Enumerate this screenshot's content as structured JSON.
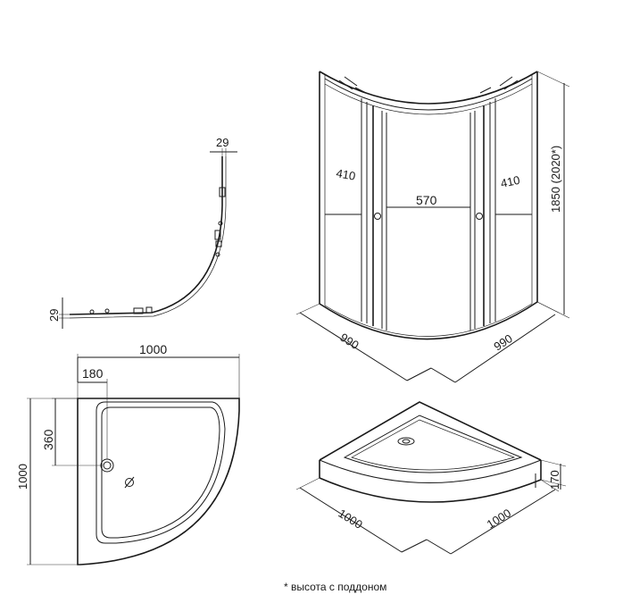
{
  "top_view": {
    "dim_top": "29",
    "dim_left": "29"
  },
  "cabin": {
    "dim_left_panel": "410",
    "dim_center": "570",
    "dim_right_panel": "410",
    "dim_height": "1850 (2020*)",
    "dim_base_left": "990",
    "dim_base_right": "990"
  },
  "tray_plan": {
    "dim_width": "1000",
    "dim_drain_x": "180",
    "dim_drain_y": "360",
    "dim_depth": "1000",
    "drain_symbol": "Ø"
  },
  "tray_3d": {
    "dim_left": "1000",
    "dim_right": "1000",
    "dim_height": "170"
  },
  "footnote": "* высота с поддоном"
}
